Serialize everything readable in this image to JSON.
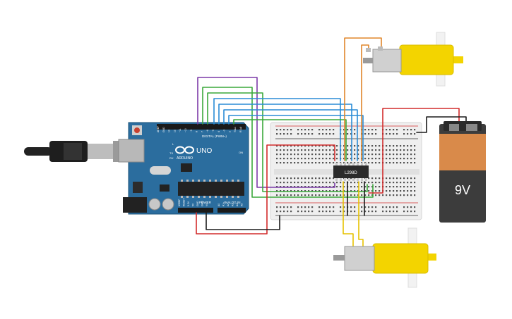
{
  "arduino": {
    "brand": "ARDUINO",
    "model": "UNO",
    "digital_label": "DIGITAL (PWM~)",
    "power_label": "POWER",
    "analog_label": "ANALOG IN",
    "on_label": "ON",
    "led_l": "L",
    "led_tx": "TX",
    "led_rx": "RX",
    "pin_labels_digital": [
      "AREF",
      "GND",
      "13",
      "12",
      "~11",
      "~10",
      "~9",
      "8",
      "7",
      "~6",
      "~5",
      "4",
      "~3",
      "2",
      "TX▸1",
      "RX◂0"
    ],
    "pin_labels_power": [
      "IOREF",
      "RESET",
      "3.3V",
      "5V",
      "GND",
      "GND",
      "Vin"
    ],
    "pin_labels_analog": [
      "A0",
      "A1",
      "A2",
      "A3",
      "A4",
      "A5"
    ]
  },
  "driver_ic": {
    "label": "L298D"
  },
  "battery": {
    "label": "9V"
  },
  "colors": {
    "board": "#2b6d9e",
    "breadboard": "#efefef",
    "motor": "#f3d400",
    "battery_top": "#d98a4a",
    "battery_bottom": "#3c3c3c",
    "wire_red": "#d22b2b",
    "wire_black": "#1a1a1a",
    "wire_purple": "#7c3aa8",
    "wire_green": "#3aa83a",
    "wire_blue": "#2a8cd6",
    "wire_orange": "#e0852a",
    "wire_yellow": "#e6c200"
  }
}
